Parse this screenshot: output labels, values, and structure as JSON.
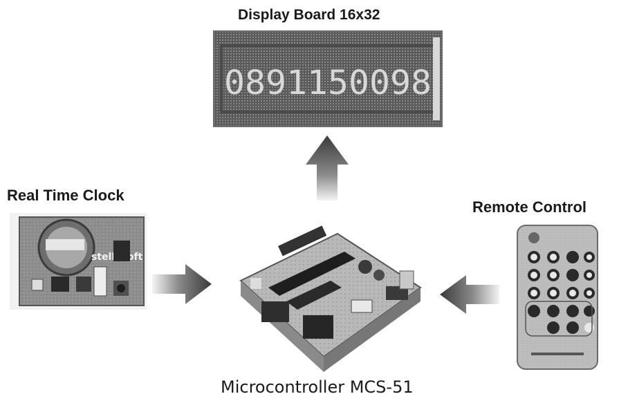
{
  "labels": {
    "display": "Display Board 16x32",
    "rtc": "Real Time Clock",
    "remote": "Remote Control",
    "mcu": "Microcontroller MCS-51"
  },
  "display_board": {
    "text": "0891150098"
  },
  "rtc_board": {
    "silkscreen": "stellasoft"
  },
  "arrows": [
    {
      "from": "microcontroller",
      "to": "display-board",
      "direction": "up"
    },
    {
      "from": "real-time-clock",
      "to": "microcontroller",
      "direction": "right"
    },
    {
      "from": "remote-control",
      "to": "microcontroller",
      "direction": "left"
    }
  ]
}
